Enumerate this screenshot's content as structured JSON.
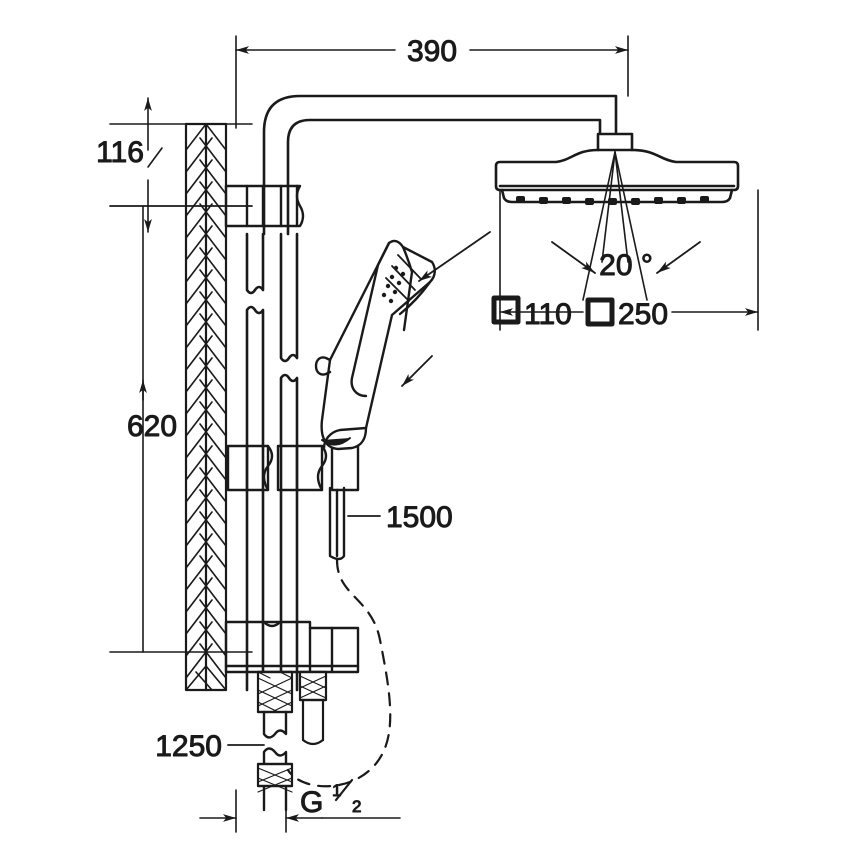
{
  "drawing": {
    "title": "Shower system technical dimension drawing",
    "type": "engineering-line-drawing",
    "units": "mm",
    "line_color": "#1a1a1a",
    "background": "#ffffff"
  },
  "dimensions": {
    "projection_390": {
      "label": "390",
      "value": 390,
      "orientation": "horizontal",
      "position": "top"
    },
    "wall_offset_116": {
      "label": "116",
      "value": 116,
      "orientation": "vertical",
      "position": "upper-left"
    },
    "riser_height_620": {
      "label": "620",
      "value": 620,
      "orientation": "vertical",
      "position": "left"
    },
    "hand_shower_110": {
      "label": "110",
      "value": 110,
      "symbol": "square",
      "position": "middle-right"
    },
    "head_shower_250": {
      "label": "250",
      "value": 250,
      "symbol": "square",
      "orientation": "horizontal",
      "position": "right"
    },
    "spray_angle_20": {
      "label": "20",
      "value": 20,
      "unit": "°",
      "display": "20 °",
      "position": "under-head-shower"
    },
    "hose_1500": {
      "label": "1500",
      "value": 1500,
      "position": "mid-left-callout"
    },
    "hose_1250": {
      "label": "1250",
      "value": 1250,
      "position": "bottom-left-callout"
    },
    "thread_connection": {
      "label": "G",
      "numerator": "1",
      "denominator": "2",
      "display": "G 1/2",
      "position": "bottom"
    }
  },
  "components": {
    "wall": "hatched-wall-section",
    "riser_pipe": "vertical-riser-with-break-symbol",
    "shower_arm": "horizontal-arm-with-radius-bend",
    "head_shower": "square-overhead-shower-250",
    "hand_shower": "hand-held-shower-110",
    "upper_bracket": "wall-mount-bracket-upper",
    "slider_bracket": "shower-rail-slider-bracket",
    "mixer_body": "thermostatic-mixer-valve-body",
    "shower_hose": "flexible-hose-dashed",
    "knurled_nut_upper": "knurled-connector-nut",
    "knurled_nut_lower": "knurled-connector-nut"
  }
}
